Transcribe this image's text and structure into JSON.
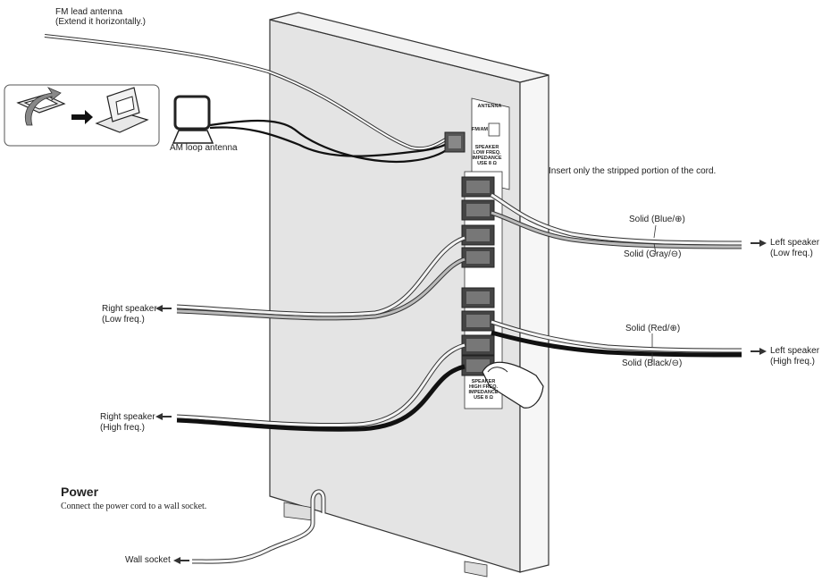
{
  "labels": {
    "fm_antenna_line1": "FM lead antenna",
    "fm_antenna_line2": "(Extend it horizontally.)",
    "am_antenna": "AM loop antenna",
    "instruction": "Insert only the stripped portion of the cord.",
    "solid_blue": "Solid (Blue/⊕)",
    "solid_gray": "Solid (Gray/⊖)",
    "left_low_line1": "Left speaker",
    "left_low_line2": "(Low freq.)",
    "right_low_line1": "Right speaker",
    "right_low_line2": "(Low freq.)",
    "solid_red": "Solid (Red/⊕)",
    "solid_black": "Solid (Black/⊖)",
    "left_high_line1": "Left speaker",
    "left_high_line2": "(High freq.)",
    "right_high_line1": "Right speaker",
    "right_high_line2": "(High freq.)",
    "wall_socket": "Wall socket"
  },
  "panel": {
    "antenna": "ANTENNA",
    "fm_am": "FM/AM",
    "speaker_low_line1": "SPEAKER",
    "speaker_low_line2": "LOW FREQ.",
    "speaker_low_line3": "IMPEDANCE",
    "speaker_low_line4": "USE 8 Ω",
    "speaker_high_line1": "SPEAKER",
    "speaker_high_line2": "HIGH FREQ.",
    "speaker_high_line3": "IMPEDANCE",
    "speaker_high_line4": "USE 8 Ω"
  },
  "power": {
    "title": "Power",
    "description": "Connect the power cord to a wall socket."
  },
  "colors": {
    "cabinet_face": "#e4e4e4",
    "cabinet_side": "#f4f4f4",
    "wire_dark": "#1a1a1a",
    "wire_light": "#ffffff",
    "outline": "#333333"
  }
}
